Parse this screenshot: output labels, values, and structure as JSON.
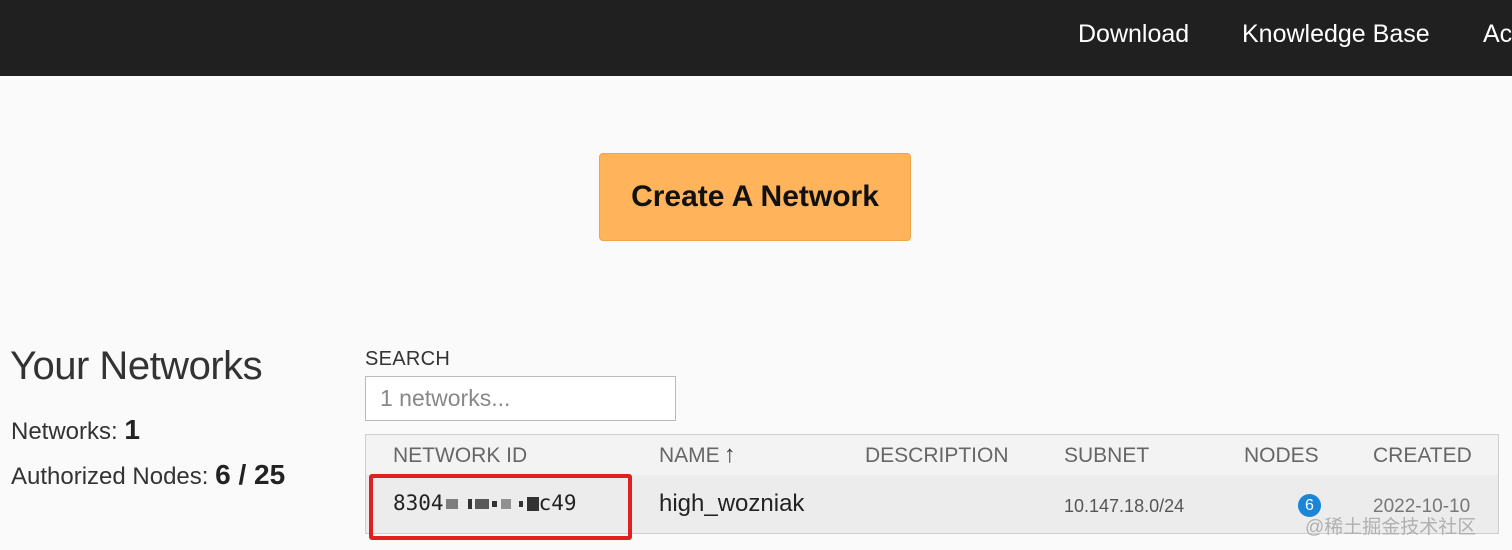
{
  "nav": {
    "download": "Download",
    "knowledge_base": "Knowledge Base",
    "account": "Ac"
  },
  "create_button": "Create A Network",
  "summary": {
    "title": "Your Networks",
    "networks_label": "Networks:",
    "networks_value": "1",
    "nodes_label": "Authorized Nodes:",
    "nodes_value": "6 / 25"
  },
  "search": {
    "label": "SEARCH",
    "placeholder": "1 networks..."
  },
  "table": {
    "headers": {
      "network_id": "NETWORK ID",
      "name": "NAME",
      "name_sort": "↑",
      "description": "DESCRIPTION",
      "subnet": "SUBNET",
      "nodes": "NODES",
      "created": "CREATED"
    },
    "rows": [
      {
        "id_prefix": "8304",
        "id_suffix": "c49",
        "name": "high_wozniak",
        "description": "",
        "subnet": "10.147.18.0/24",
        "nodes": "6",
        "created": "2022-10-10"
      }
    ]
  },
  "watermark": "@稀土掘金技术社区",
  "colors": {
    "nav_bg": "#202020",
    "button_bg": "#ffb35a",
    "badge_bg": "#1a86d9",
    "highlight": "#e02020"
  }
}
